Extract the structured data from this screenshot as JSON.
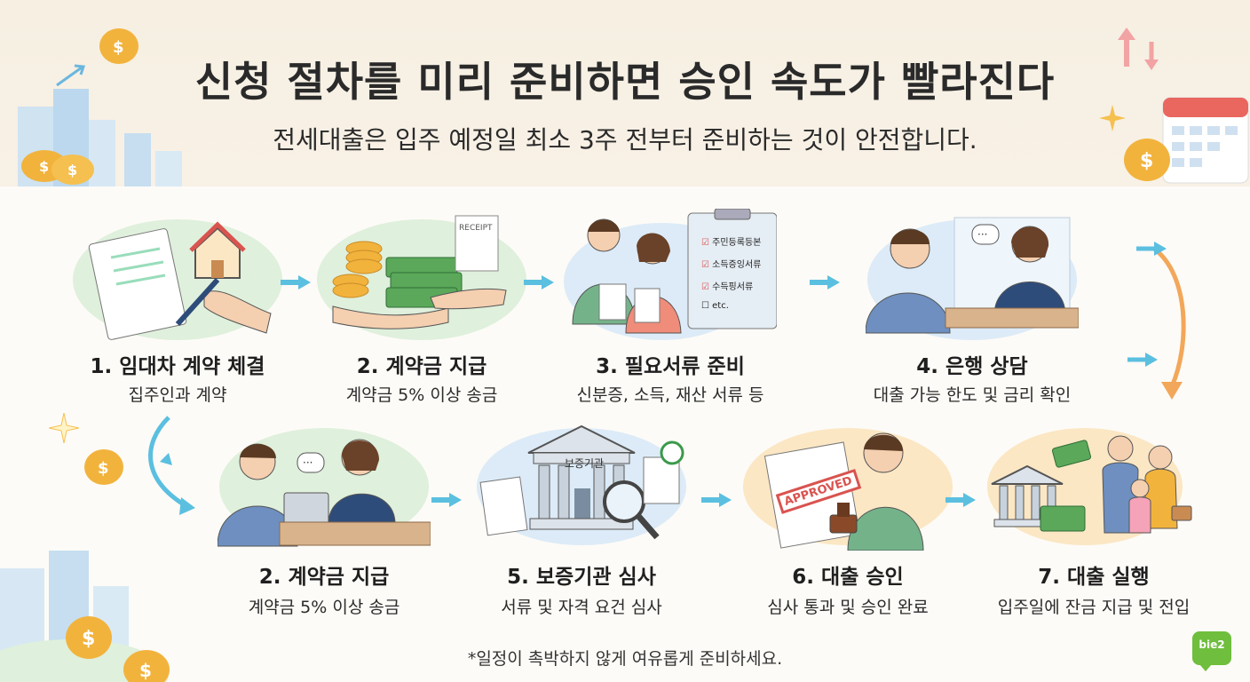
{
  "header": {
    "title": "신청 절차를 미리 준비하면 승인 속도가 빨라진다",
    "subtitle": "전세대출은 입주 예정일 최소 3주 전부터 준비하는 것이 안전합니다."
  },
  "steps": [
    {
      "label": "1. 임대차 계약 체결",
      "desc": "집주인과 계약",
      "icon": "contract-house-icon"
    },
    {
      "label": "2. 계약금 지급",
      "desc": "계약금 5% 이상 송금",
      "icon": "money-handover-icon",
      "receipt": "RECEIPT"
    },
    {
      "label": "3. 필요서류 준비",
      "desc": "신분증, 소득, 재산 서류 등",
      "icon": "documents-checklist-icon",
      "checklist": [
        "주민등록등본",
        "소득증잉서류",
        "수득핑서류",
        "etc."
      ]
    },
    {
      "label": "4. 은행 상담",
      "desc": "대출 가능 한도 및 금리 확인",
      "icon": "bank-consultation-icon"
    },
    {
      "label": "2. 계약금 지급",
      "desc": "계약금 5% 이상 송금",
      "icon": "laptop-consultation-icon"
    },
    {
      "label": "5. 보증기관 심사",
      "desc": "서류 및 자격 요건 심사",
      "icon": "guarantee-institution-icon",
      "building_sign": "보증기관"
    },
    {
      "label": "6. 대출 승인",
      "desc": "심사 통과 및 승인 완료",
      "icon": "approved-stamp-icon",
      "stamp": "APPROVED"
    },
    {
      "label": "7. 대출 실행",
      "desc": "입주일에 잔금 지급 및 전입",
      "icon": "family-move-in-icon"
    }
  ],
  "footnote": "*일정이 촉박하지 않게 여유롭게 준비하세요.",
  "logo": "bie2",
  "colors": {
    "arrow": "#5bbfe0",
    "bubble_green": "#dff0dc",
    "bubble_blue": "#dcebf7",
    "coin": "#f2b33d",
    "accent_red": "#d9534f"
  }
}
